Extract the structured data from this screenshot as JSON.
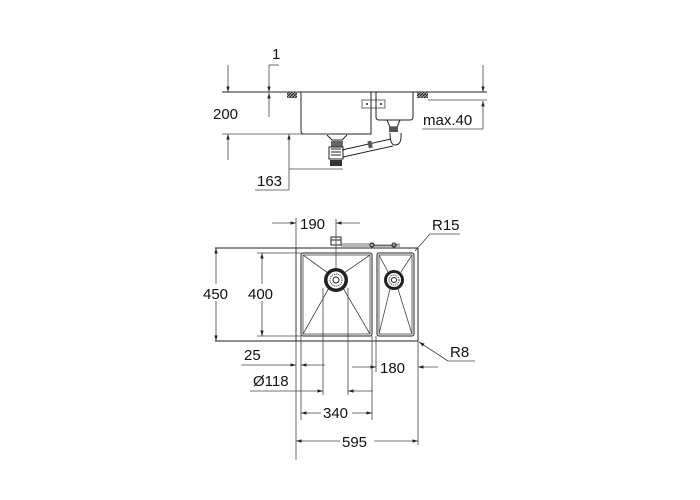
{
  "side_view": {
    "dimensions": {
      "thickness": "1",
      "height": "200",
      "drain_depth": "163",
      "offset": "max.40"
    }
  },
  "top_view": {
    "dimensions": {
      "drain_offset": "190",
      "outer_depth": "450",
      "bowl_depth": "400",
      "corner_radius_outer": "R15",
      "corner_radius_inner": "R8",
      "edge": "25",
      "drain_diameter": "Ø118",
      "small_bowl_width": "180",
      "main_bowl_width": "340",
      "overall_width": "595"
    }
  },
  "colors": {
    "line": "#222222",
    "background": "#ffffff"
  }
}
